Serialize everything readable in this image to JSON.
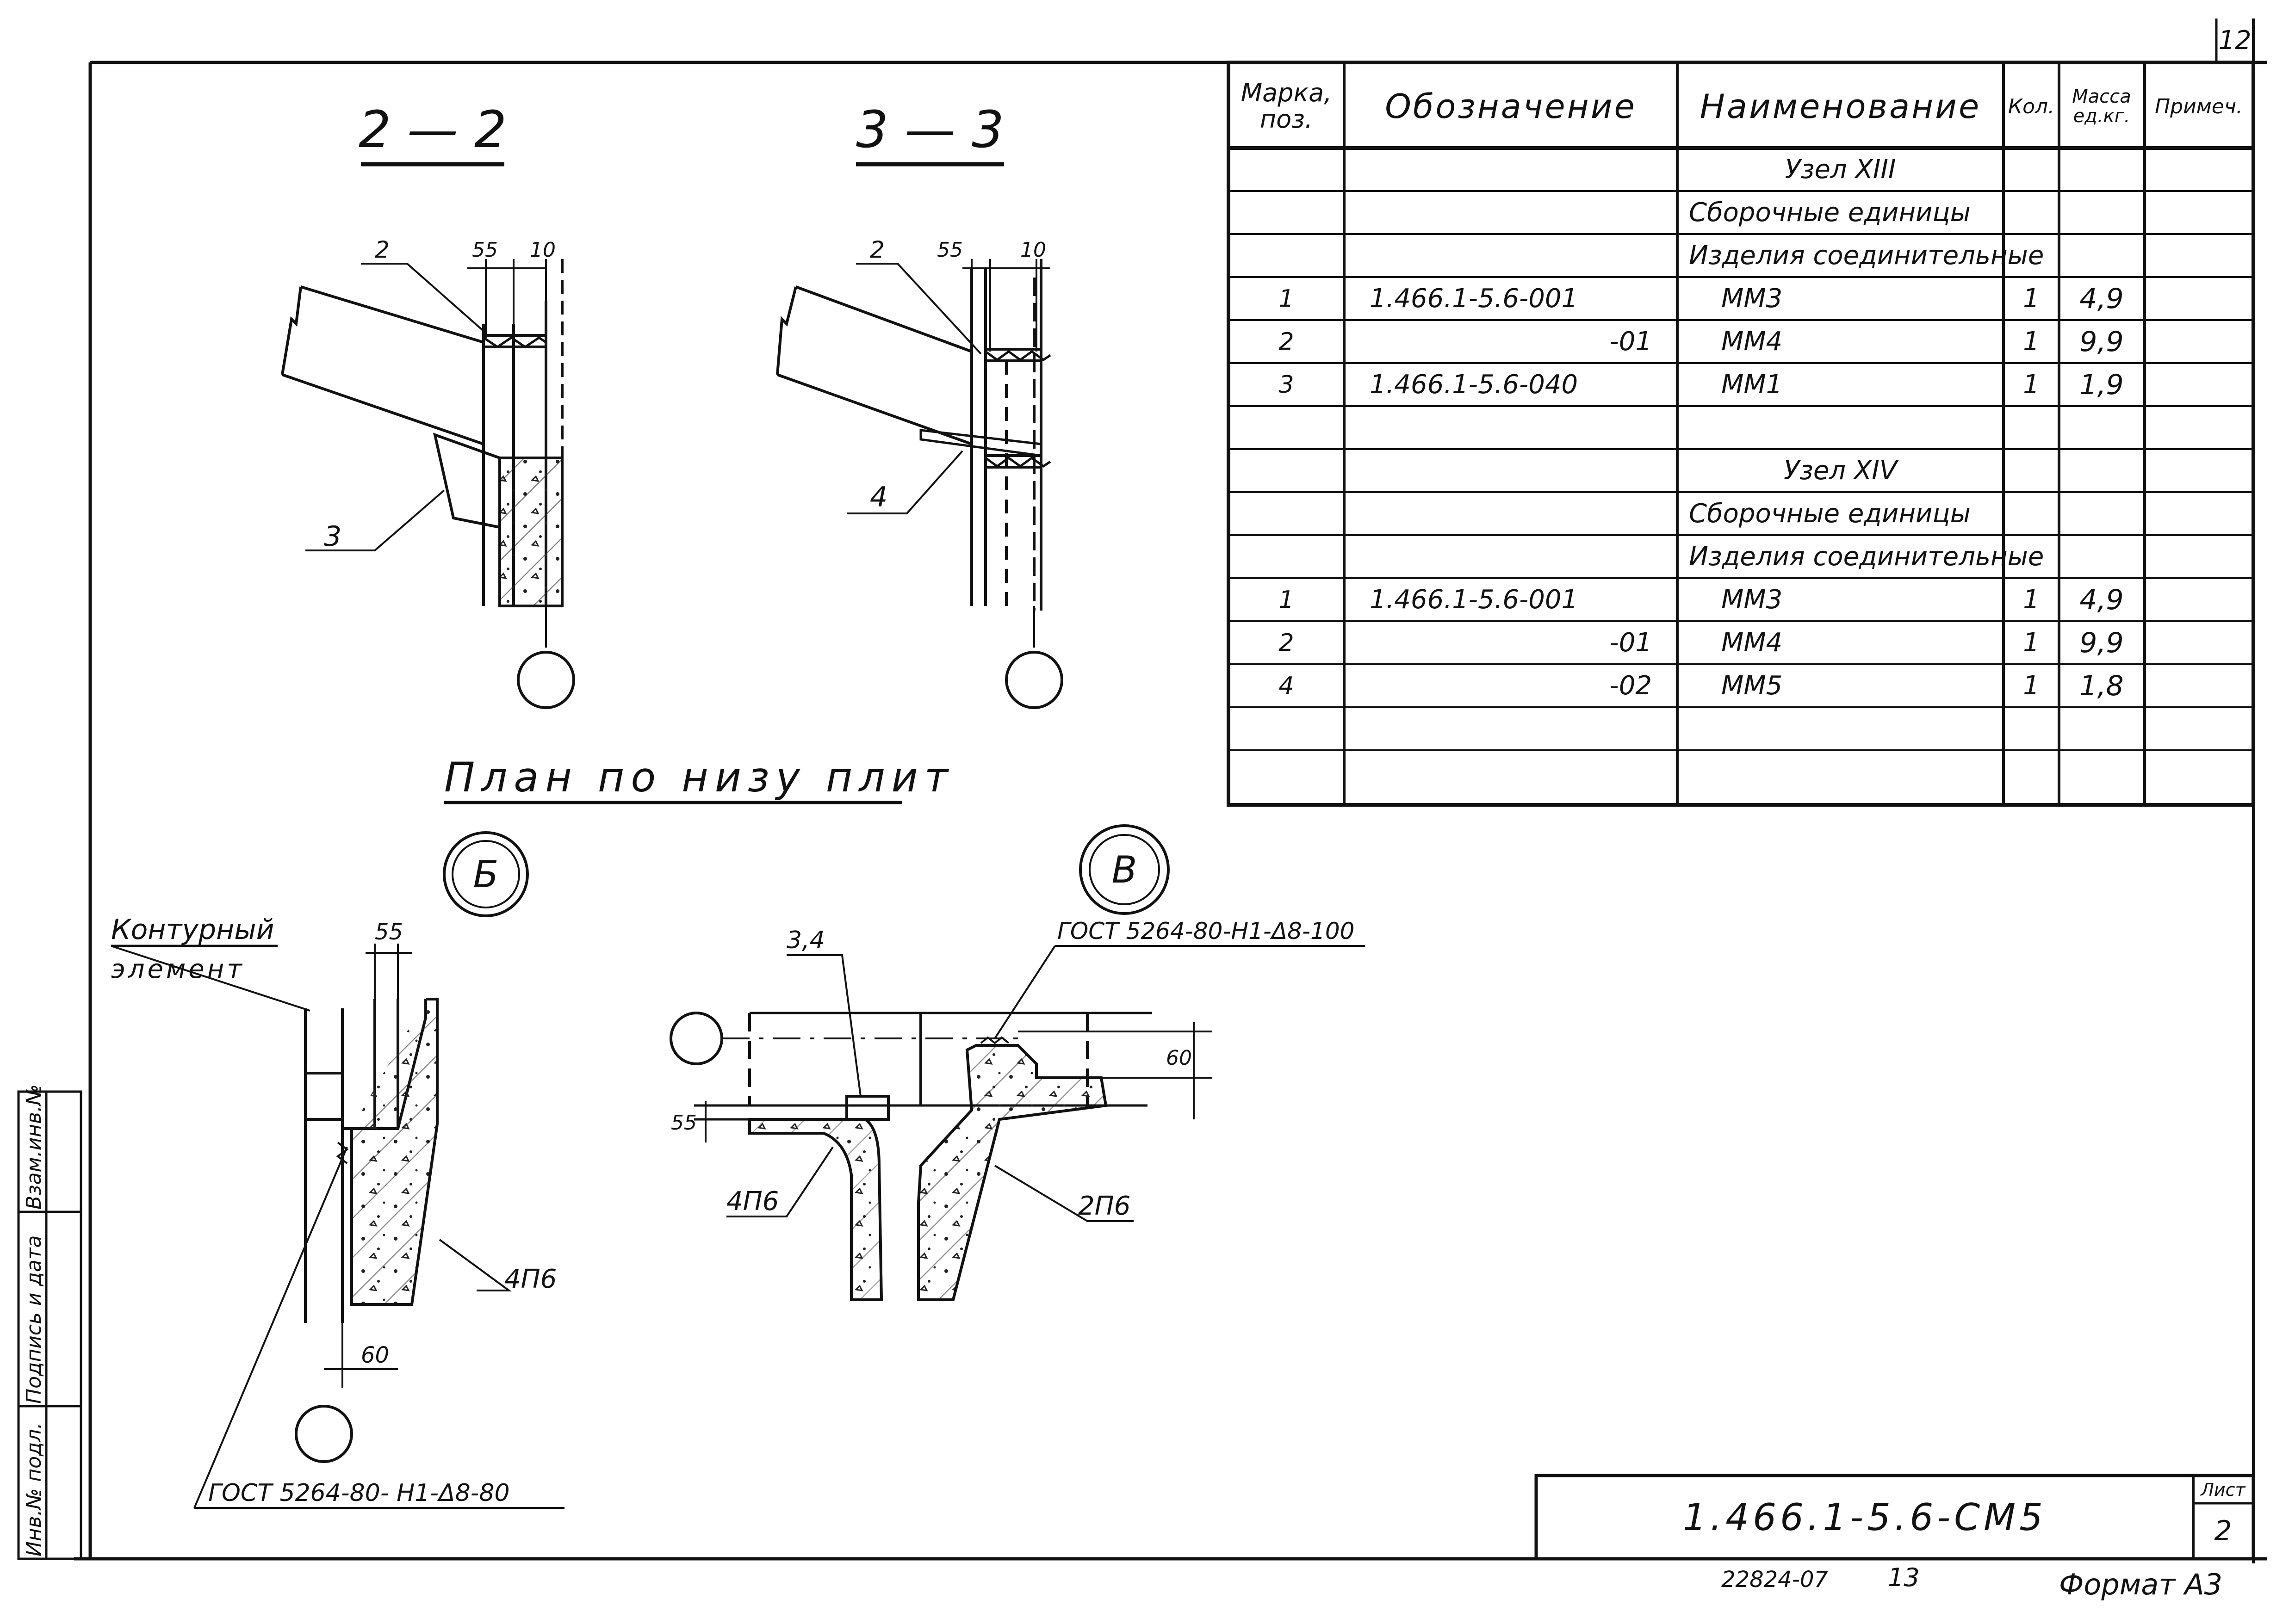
{
  "sheet_number_top": "12",
  "sections": {
    "s22": "2 — 2",
    "s33": "3 — 3",
    "plan_title": "План по низу плит",
    "circle_b": "Б",
    "circle_v": "В"
  },
  "dims": {
    "s22_55": "55",
    "s22_10": "10",
    "s33_55": "55",
    "s33_10": "10",
    "b_55": "55",
    "b_60": "60",
    "v_55": "55",
    "v_60": "60"
  },
  "callouts": {
    "s22_pos2": "2",
    "s22_pos3": "3",
    "s33_pos2": "2",
    "s33_pos4": "4",
    "b_contour_line1": "Контурный",
    "b_contour_line2": "элемент",
    "b_panel": "4П6",
    "b_gost": "ГОСТ  5264-80- Н1-Δ8-80",
    "v_pos": "3,4",
    "v_gost": "ГОСТ  5264-80-Н1-Δ8-100",
    "v_panel_left": "4П6",
    "v_panel_right": "2П6"
  },
  "table": {
    "headers": [
      "Марка, поз.",
      "Обозначение",
      "Наименование",
      "Кол.",
      "Масса ед.кг.",
      "Примеч."
    ],
    "rows": [
      [
        "",
        "",
        "Узел XIII",
        "",
        "",
        ""
      ],
      [
        "",
        "",
        "Сборочные единицы",
        "",
        "",
        ""
      ],
      [
        "",
        "",
        "Изделия соединительные",
        "",
        "",
        ""
      ],
      [
        "1",
        "1.466.1-5.6-001",
        "ММ3",
        "1",
        "4,9",
        ""
      ],
      [
        "2",
        "-01",
        "ММ4",
        "1",
        "9,9",
        ""
      ],
      [
        "3",
        "1.466.1-5.6-040",
        "ММ1",
        "1",
        "1,9",
        ""
      ],
      [
        "",
        "",
        "",
        "",
        "",
        ""
      ],
      [
        "",
        "",
        "Узел XIV",
        "",
        "",
        ""
      ],
      [
        "",
        "",
        "Сборочные единицы",
        "",
        "",
        ""
      ],
      [
        "",
        "",
        "Изделия соединительные",
        "",
        "",
        ""
      ],
      [
        "1",
        "1.466.1-5.6-001",
        "ММ3",
        "1",
        "4,9",
        ""
      ],
      [
        "2",
        "-01",
        "ММ4",
        "1",
        "9,9",
        ""
      ],
      [
        "4",
        "-02",
        "ММ5",
        "1",
        "1,8",
        ""
      ],
      [
        "",
        "",
        "",
        "",
        "",
        ""
      ],
      [
        "",
        "",
        "",
        "",
        "",
        ""
      ]
    ]
  },
  "side_stamp": {
    "inv_podl": "Инв.№ подл.",
    "podpis": "Подпись и дата",
    "vzam": "Взам.инв.№"
  },
  "title_block": {
    "code": "1.466.1-5.6-СМ5",
    "sheet_label": "Лист",
    "sheet_value": "2"
  },
  "footer": {
    "order": "22824-07",
    "page": "13",
    "format": "Формат А3"
  }
}
